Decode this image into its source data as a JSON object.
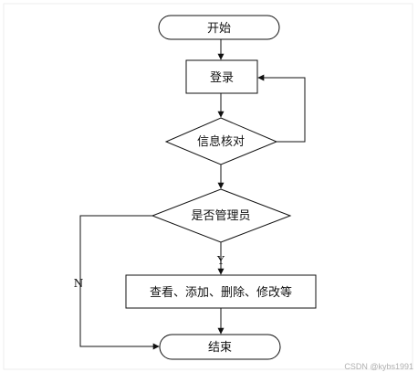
{
  "flowchart": {
    "nodes": {
      "start": "开始",
      "login": "登录",
      "verify": "信息核对",
      "is_admin": "是否管理员",
      "operations": "查看、添加、删除、修改等",
      "end": "结束"
    },
    "edge_labels": {
      "yes": "Y",
      "no": "N"
    }
  },
  "watermark": "CSDN @kybs1991"
}
